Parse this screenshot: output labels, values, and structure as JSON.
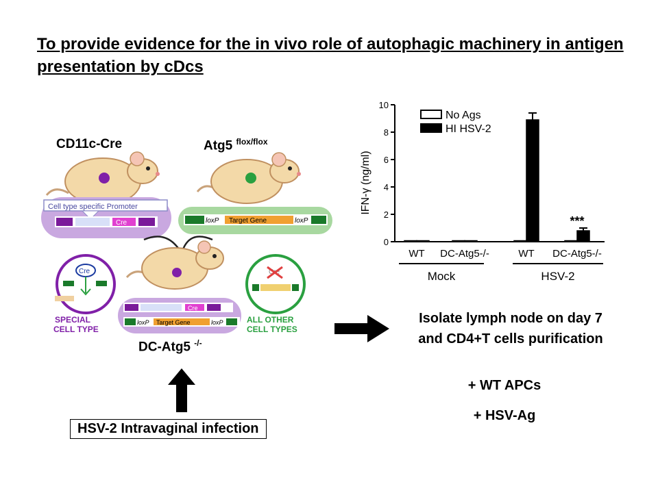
{
  "title": "To provide evidence for the in vivo role of autophagic machinery in antigen presentation by cDcs",
  "mouse_labels": {
    "cd11c": "CD11c-Cre",
    "atg5": "Atg5",
    "atg5_sup": "flox/flox",
    "dc": "DC-Atg5",
    "dc_sup": "-/-"
  },
  "schematic": {
    "promoter": "Cell type specific Promoter",
    "cre": "Cre",
    "loxp": "loxP",
    "target_gene": "Target Gene",
    "special_cell_type": [
      "SPECIAL",
      "CELL TYPE"
    ],
    "all_other_cell_types": [
      "ALL OTHER",
      "CELL TYPES"
    ]
  },
  "infection_box": "HSV-2 Intravaginal infection",
  "process": {
    "line1": "Isolate lymph node on day 7",
    "line2": "and CD4+T cells purification"
  },
  "additions": [
    "+ WT APCs",
    "+ HSV-Ag"
  ],
  "chart_data": {
    "type": "bar",
    "ylabel": "IFN-γ (ng/ml)",
    "ylim": [
      0,
      10
    ],
    "yticks": [
      0,
      2,
      4,
      6,
      8,
      10
    ],
    "categories": [
      "WT",
      "DC-Atg5-/-",
      "WT",
      "DC-Atg5-/-"
    ],
    "groups": [
      {
        "label": "Mock",
        "categories": [
          "WT",
          "DC-Atg5-/-"
        ]
      },
      {
        "label": "HSV-2",
        "categories": [
          "WT",
          "DC-Atg5-/-"
        ]
      }
    ],
    "series": [
      {
        "name": "No Ags",
        "values": [
          0,
          0,
          0,
          0
        ],
        "color": "#ffffff"
      },
      {
        "name": "HI HSV-2",
        "values": [
          0,
          0,
          8.9,
          0.8
        ],
        "errors": [
          0,
          0,
          0.5,
          0.2
        ],
        "color": "#000000"
      }
    ],
    "annotation": "***",
    "legend": "top-left"
  }
}
